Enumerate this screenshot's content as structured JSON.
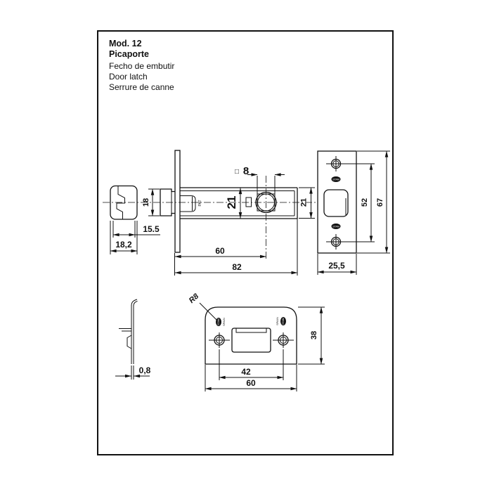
{
  "title_block": {
    "model": "Mod. 12",
    "product": "Picaporte",
    "description_pt": "Fecho de embutir",
    "description_en": "Door latch",
    "description_fr": "Serrure de canne"
  },
  "latch_side_view": {
    "bolt_height": "18",
    "case_height": "21",
    "case_height_right": "21",
    "spindle_square_symbol": "□",
    "spindle_square_size": "8",
    "backset": "60",
    "total_length": "82",
    "pat_mark": "PAT"
  },
  "bolt_front_view": {
    "bolt_inner_width": "15.5",
    "bolt_outer_width": "18,2"
  },
  "faceplate_view": {
    "screw_spacing": "52",
    "plate_height": "67",
    "plate_width": "25,5",
    "stamp_text": "STAM"
  },
  "strike_plate_view": {
    "corner_radius": "R8",
    "screw_spacing": "42",
    "plate_width": "60",
    "plate_height": "38",
    "logo_left": "SPAIN",
    "logo_right": "SPAIN"
  },
  "strike_side_view": {
    "thickness": "0,8"
  }
}
